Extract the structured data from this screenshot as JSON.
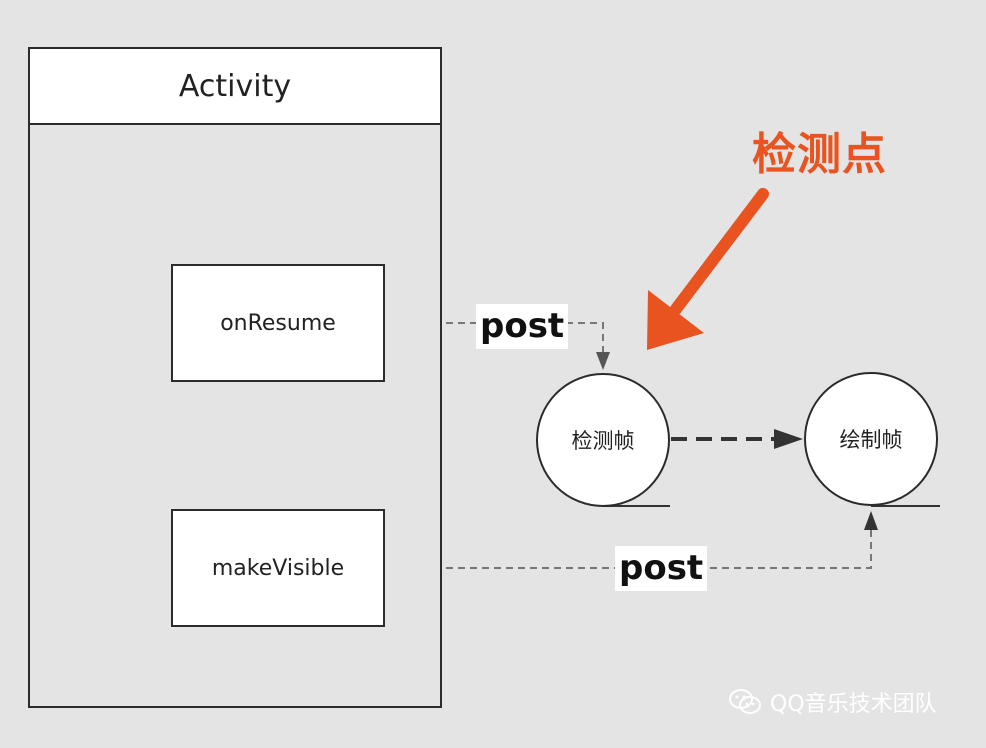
{
  "activity": {
    "title": "Activity"
  },
  "methods": {
    "on_resume": "onResume",
    "make_visible": "makeVisible"
  },
  "nodes": {
    "detect_frame": "检测帧",
    "draw_frame": "绘制帧"
  },
  "edges": {
    "post_1": "post",
    "post_2": "post"
  },
  "callout": {
    "text": "检测点",
    "color": "#e8531f"
  },
  "watermark": {
    "text": "QQ音乐技术团队"
  }
}
